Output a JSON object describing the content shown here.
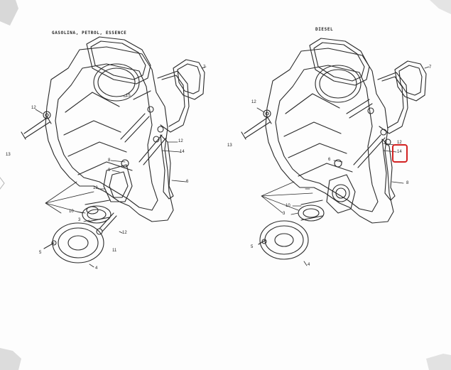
{
  "headings": {
    "left": "GASOLINA, PETROL, ESSENCE",
    "right": "DIESEL"
  },
  "left_callouts": {
    "n7": "7",
    "n15": "15",
    "n12a": "12",
    "n13": "13",
    "n12b": "12",
    "n14": "14",
    "n6": "6",
    "n9": "9",
    "n8": "8",
    "n12c": "12",
    "n10": "10",
    "n3": "3",
    "n12d": "12",
    "n11": "11",
    "n5": "5",
    "n4": "4"
  },
  "right_callouts": {
    "n7": "7",
    "n12a": "12",
    "n13": "13",
    "n12b": "12",
    "n14": "14",
    "n8": "8",
    "n6": "6",
    "n10": "10",
    "n3": "3",
    "n5": "5",
    "n4": "4"
  },
  "highlight_color": "#d22222"
}
